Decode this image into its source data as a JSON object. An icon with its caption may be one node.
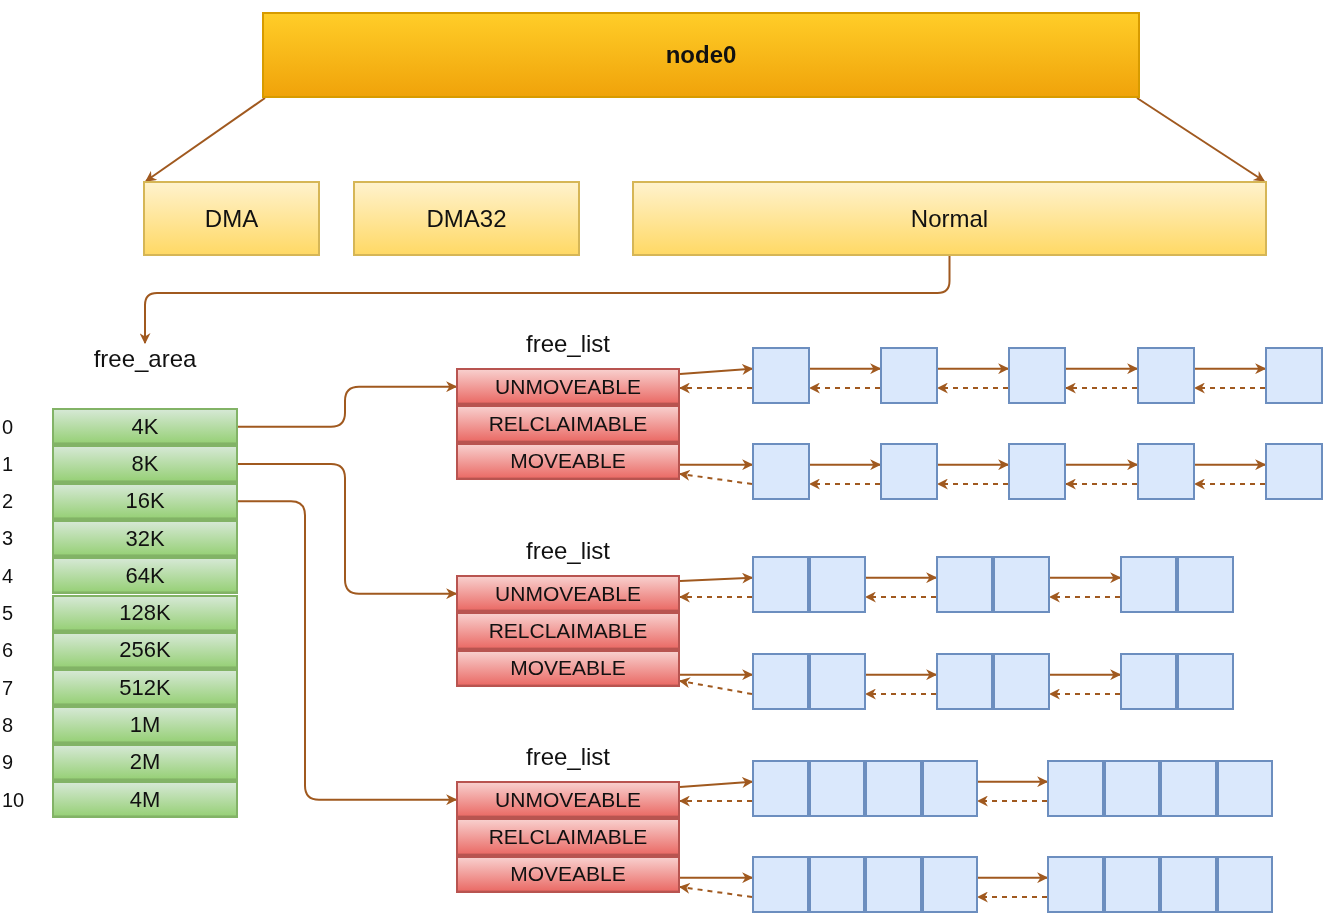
{
  "diagram": {
    "nodes": [
      {
        "text": [
          "node0"
        ]
      },
      {
        "text": [
          "DMA"
        ]
      },
      {
        "text": [
          "DMA32"
        ]
      },
      {
        "text": [
          "Normal"
        ]
      },
      {
        "text": [
          "free_area"
        ]
      },
      {
        "text": [
          "4K"
        ],
        "in": 4
      },
      {
        "text": [
          "8K"
        ],
        "in": 4
      },
      {
        "text": [
          "16K"
        ],
        "in": 4
      },
      {
        "text": [
          "32K"
        ],
        "in": 4
      },
      {
        "text": [
          "64K"
        ],
        "in": 4
      },
      {
        "text": [
          "128K"
        ],
        "in": 4
      },
      {
        "text": [
          "256K"
        ],
        "in": 4
      },
      {
        "text": [
          "512K"
        ],
        "in": 4
      },
      {
        "text": [
          "1M"
        ],
        "in": 4
      },
      {
        "text": [
          "2M"
        ],
        "in": 4
      },
      {
        "text": [
          "4M"
        ],
        "in": 4
      },
      {
        "text": [
          "free_list"
        ]
      },
      {
        "text": [
          "UNMOVEABLE"
        ],
        "in": 16
      },
      {
        "text": [
          "RELCLAIMABLE"
        ],
        "in": 16
      },
      {
        "text": [
          "MOVEABLE"
        ],
        "in": 16
      },
      {
        "text": [
          "free_list"
        ]
      },
      {
        "text": [
          "UNMOVEABLE"
        ],
        "in": 20
      },
      {
        "text": [
          "RELCLAIMABLE"
        ],
        "in": 20
      },
      {
        "text": [
          "MOVEABLE"
        ],
        "in": 20
      },
      {
        "text": [
          "free_list"
        ]
      },
      {
        "text": [
          "UNMOVEABLE"
        ],
        "in": 24
      },
      {
        "text": [
          "RELCLAIMABLE"
        ],
        "in": 24
      },
      {
        "text": [
          "MOVEABLE"
        ],
        "in": 24
      },
      {
        "text": [],
        "shape": "box"
      },
      {
        "text": [],
        "shape": "box"
      },
      {
        "text": [],
        "shape": "box"
      },
      {
        "text": [],
        "shape": "box"
      },
      {
        "text": [],
        "shape": "box"
      },
      {
        "text": [],
        "shape": "box"
      },
      {
        "text": [],
        "shape": "box"
      },
      {
        "text": [],
        "shape": "box"
      },
      {
        "text": [],
        "shape": "box"
      },
      {
        "text": [],
        "shape": "box"
      },
      {
        "text": [],
        "shape": "box"
      },
      {
        "text": [],
        "shape": "box"
      },
      {
        "text": [],
        "shape": "box"
      },
      {
        "text": [],
        "shape": "box"
      },
      {
        "text": [],
        "shape": "box"
      },
      {
        "text": [],
        "shape": "box"
      },
      {
        "text": [],
        "shape": "box"
      },
      {
        "text": [],
        "shape": "box"
      },
      {
        "text": [],
        "shape": "box"
      },
      {
        "text": [],
        "shape": "box"
      },
      {
        "text": [],
        "shape": "box"
      },
      {
        "text": [],
        "shape": "box"
      },
      {
        "text": [],
        "shape": "box"
      },
      {
        "text": [],
        "shape": "box"
      },
      {
        "text": [],
        "shape": "box"
      },
      {
        "text": [],
        "shape": "box"
      },
      {
        "text": [],
        "shape": "box"
      },
      {
        "text": [],
        "shape": "box"
      },
      {
        "text": [],
        "shape": "box"
      },
      {
        "text": [],
        "shape": "box"
      },
      {
        "text": [],
        "shape": "box"
      },
      {
        "text": [],
        "shape": "box"
      },
      {
        "text": [],
        "shape": "box"
      },
      {
        "text": [],
        "shape": "box"
      },
      {
        "text": [],
        "shape": "box"
      },
      {
        "text": [],
        "shape": "box"
      },
      {
        "text": [],
        "shape": "box"
      },
      {
        "text": [],
        "shape": "box"
      }
    ],
    "edges": [
      {
        "from": 0,
        "to": 1,
        "arrow": "to"
      },
      {
        "from": 0,
        "to": 3,
        "arrow": "to"
      },
      {
        "from": 3,
        "to": 4,
        "arrow": "to"
      },
      {
        "from": 5,
        "to": 17,
        "arrow": "to"
      },
      {
        "from": 6,
        "to": 21,
        "arrow": "to"
      },
      {
        "from": 7,
        "to": 25,
        "arrow": "to"
      },
      {
        "from": 17,
        "to": 28,
        "arrow": "to"
      },
      {
        "from": 28,
        "to": 17,
        "arrow": "to",
        "style": "dashed"
      },
      {
        "from": 28,
        "to": 29,
        "arrow": "to"
      },
      {
        "from": 29,
        "to": 28,
        "arrow": "to",
        "style": "dashed"
      },
      {
        "from": 29,
        "to": 30,
        "arrow": "to"
      },
      {
        "from": 30,
        "to": 29,
        "arrow": "to",
        "style": "dashed"
      },
      {
        "from": 30,
        "to": 31,
        "arrow": "to"
      },
      {
        "from": 31,
        "to": 30,
        "arrow": "to",
        "style": "dashed"
      },
      {
        "from": 31,
        "to": 32,
        "arrow": "to"
      },
      {
        "from": 32,
        "to": 31,
        "arrow": "to",
        "style": "dashed"
      },
      {
        "from": 19,
        "to": 33,
        "arrow": "to"
      },
      {
        "from": 33,
        "to": 19,
        "arrow": "to",
        "style": "dashed"
      },
      {
        "from": 33,
        "to": 34,
        "arrow": "to"
      },
      {
        "from": 34,
        "to": 33,
        "arrow": "to",
        "style": "dashed"
      },
      {
        "from": 34,
        "to": 35,
        "arrow": "to"
      },
      {
        "from": 35,
        "to": 34,
        "arrow": "to",
        "style": "dashed"
      },
      {
        "from": 35,
        "to": 36,
        "arrow": "to"
      },
      {
        "from": 36,
        "to": 35,
        "arrow": "to",
        "style": "dashed"
      },
      {
        "from": 36,
        "to": 37,
        "arrow": "to"
      },
      {
        "from": 37,
        "to": 36,
        "arrow": "to",
        "style": "dashed"
      },
      {
        "from": 21,
        "to": 38,
        "arrow": "to"
      },
      {
        "from": 38,
        "to": 21,
        "arrow": "to",
        "style": "dashed"
      },
      {
        "from": 39,
        "to": 40,
        "arrow": "to"
      },
      {
        "from": 40,
        "to": 39,
        "arrow": "to",
        "style": "dashed"
      },
      {
        "from": 41,
        "to": 42,
        "arrow": "to"
      },
      {
        "from": 42,
        "to": 41,
        "arrow": "to",
        "style": "dashed"
      },
      {
        "from": 23,
        "to": 44,
        "arrow": "to"
      },
      {
        "from": 44,
        "to": 23,
        "arrow": "to",
        "style": "dashed"
      },
      {
        "from": 45,
        "to": 46,
        "arrow": "to"
      },
      {
        "from": 46,
        "to": 45,
        "arrow": "to",
        "style": "dashed"
      },
      {
        "from": 47,
        "to": 48,
        "arrow": "to"
      },
      {
        "from": 48,
        "to": 47,
        "arrow": "to",
        "style": "dashed"
      },
      {
        "from": 25,
        "to": 50,
        "arrow": "to"
      },
      {
        "from": 50,
        "to": 25,
        "arrow": "to",
        "style": "dashed"
      },
      {
        "from": 53,
        "to": 54,
        "arrow": "to"
      },
      {
        "from": 54,
        "to": 53,
        "arrow": "to",
        "style": "dashed"
      },
      {
        "from": 27,
        "to": 58,
        "arrow": "to"
      },
      {
        "from": 58,
        "to": 27,
        "arrow": "to",
        "style": "dashed"
      },
      {
        "from": 61,
        "to": 62,
        "arrow": "to"
      },
      {
        "from": 62,
        "to": 61,
        "arrow": "to",
        "style": "dashed"
      }
    ],
    "labels": [
      "0",
      "1",
      "2",
      "3",
      "4",
      "5",
      "6",
      "7",
      "8",
      "9",
      "10"
    ]
  }
}
